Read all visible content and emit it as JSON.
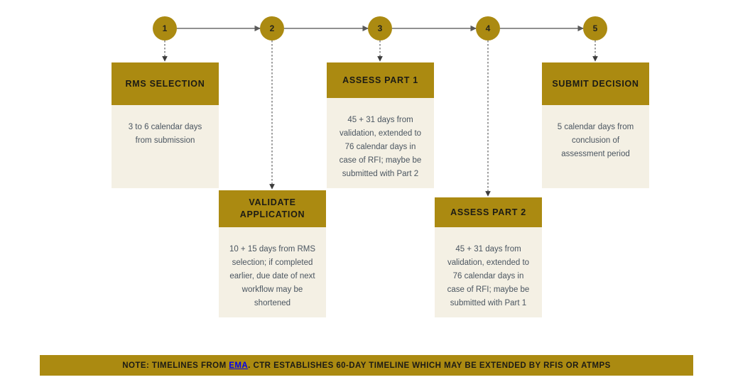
{
  "colors": {
    "gold": "#ab8a11",
    "cream": "#f4f0e4",
    "body_text": "#4a5560",
    "header_text": "#1c1b15",
    "connector": "#808080",
    "page_background": "#ffffff"
  },
  "timeline": {
    "nodes": [
      {
        "id": "1",
        "label": "1"
      },
      {
        "id": "2",
        "label": "2"
      },
      {
        "id": "3",
        "label": "3"
      },
      {
        "id": "4",
        "label": "4"
      },
      {
        "id": "5",
        "label": "5"
      }
    ],
    "stages": [
      {
        "id": "rms-selection",
        "step": "1",
        "title": "RMS SELECTION",
        "description": "3 to 6 calendar days from submission",
        "row": "top"
      },
      {
        "id": "validate-application",
        "step": "2",
        "title": "VALIDATE APPLICATION",
        "description": "10 + 15 days from RMS selection; if completed earlier, due date of next workflow may be shortened",
        "row": "bottom"
      },
      {
        "id": "assess-part-1",
        "step": "3",
        "title": "ASSESS PART 1",
        "description": "45 + 31 days from validation, extended to 76 calendar days in case of RFI; maybe be submitted with Part 2",
        "row": "top"
      },
      {
        "id": "assess-part-2",
        "step": "4",
        "title": "ASSESS PART 2",
        "description": "45 + 31 days from validation, extended to 76 calendar days in case of RFI; maybe be submitted with Part 1",
        "row": "bottom"
      },
      {
        "id": "submit-decision",
        "step": "5",
        "title": "SUBMIT DECISION",
        "description": "5 calendar days from conclusion of assessment period",
        "row": "top"
      }
    ]
  },
  "note": {
    "prefix": "NOTE: TIMELINES FROM ",
    "link": "EMA",
    "suffix": ". CTR ESTABLISHES 60-DAY TIMELINE WHICH MAY BE EXTENDED BY RFIS OR ATMPS",
    "full_text": "NOTE: TIMELINES FROM EMA. CTR ESTABLISHES 60-DAY TIMELINE WHICH MAY BE EXTENDED BY RFIS OR ATMPS"
  }
}
